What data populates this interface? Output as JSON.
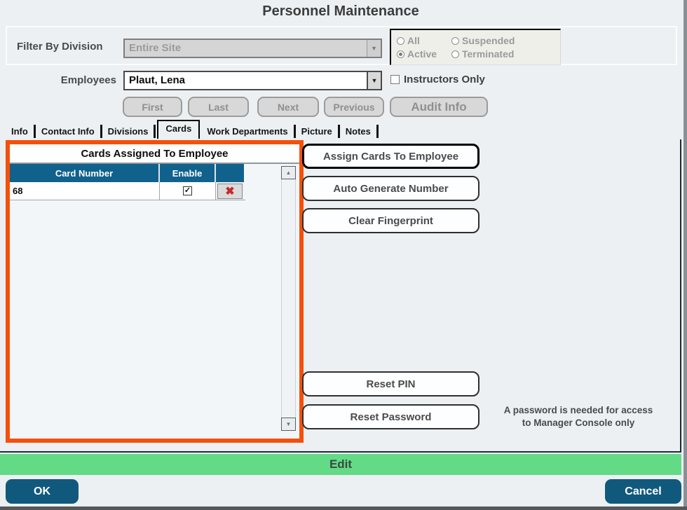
{
  "window": {
    "title": "Personnel Maintenance"
  },
  "filter": {
    "label": "Filter By Division",
    "division_value": "Entire Site",
    "status_options": [
      {
        "label": "All",
        "selected": false
      },
      {
        "label": "Suspended",
        "selected": false
      },
      {
        "label": "Active",
        "selected": true
      },
      {
        "label": "Terminated",
        "selected": false
      }
    ]
  },
  "employees": {
    "label": "Employees",
    "value": "Plaut, Lena",
    "instructors_only_label": "Instructors Only",
    "instructors_only_checked": false
  },
  "nav": {
    "first": "First",
    "last": "Last",
    "next": "Next",
    "previous": "Previous",
    "audit_info": "Audit Info"
  },
  "tabs": [
    {
      "label": "Info",
      "selected": false
    },
    {
      "label": "Contact Info",
      "selected": false
    },
    {
      "label": "Divisions",
      "selected": false
    },
    {
      "label": "Cards",
      "selected": true
    },
    {
      "label": "Work Departments",
      "selected": false
    },
    {
      "label": "Picture",
      "selected": false
    },
    {
      "label": "Notes",
      "selected": false
    }
  ],
  "cards": {
    "title": "Cards Assigned To Employee",
    "columns": [
      "Card Number",
      "Enable",
      ""
    ],
    "rows": [
      {
        "card_number": "68",
        "enabled": true
      }
    ],
    "highlight_color": "#F4500C",
    "header_color": "#11618D"
  },
  "actions": {
    "assign": "Assign Cards To Employee",
    "auto_generate": "Auto Generate Number",
    "clear_fingerprint": "Clear Fingerprint",
    "reset_pin": "Reset PIN",
    "reset_password": "Reset Password"
  },
  "note": {
    "line1": "A password is needed for access",
    "line2": "to Manager Console only"
  },
  "mode": {
    "label": "Edit",
    "color": "#63DA86"
  },
  "footer": {
    "ok": "OK",
    "cancel": "Cancel",
    "button_color": "#11597C"
  },
  "icons": {
    "combo_arrow": "▼",
    "scroll_up": "▲",
    "scroll_down": "▼",
    "delete": "✖",
    "check": "✓"
  }
}
